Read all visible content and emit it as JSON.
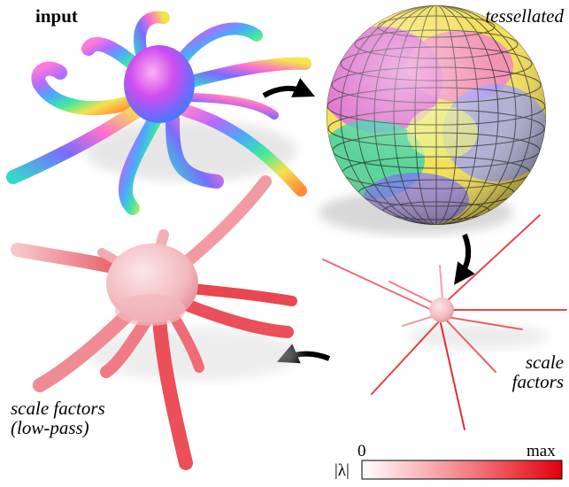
{
  "labels": {
    "input": "input",
    "tessellated": "tessellated",
    "scale_line1": "scale",
    "scale_line2": "factors",
    "lowpass_line1": "scale factors",
    "lowpass_line2": "(low-pass)"
  },
  "colorbar": {
    "min_label": "0",
    "max_label": "max",
    "symbol": "|λ|",
    "color_min": "#ffffff",
    "color_max": "#e0000d"
  },
  "panels": [
    {
      "id": "input",
      "icon": "octopus-rainbow"
    },
    {
      "id": "tessellated",
      "icon": "sphere-rainbow-grid"
    },
    {
      "id": "scale-factors",
      "icon": "spiky-sphere-red"
    },
    {
      "id": "scale-factors-low-pass",
      "icon": "octopus-red"
    }
  ]
}
